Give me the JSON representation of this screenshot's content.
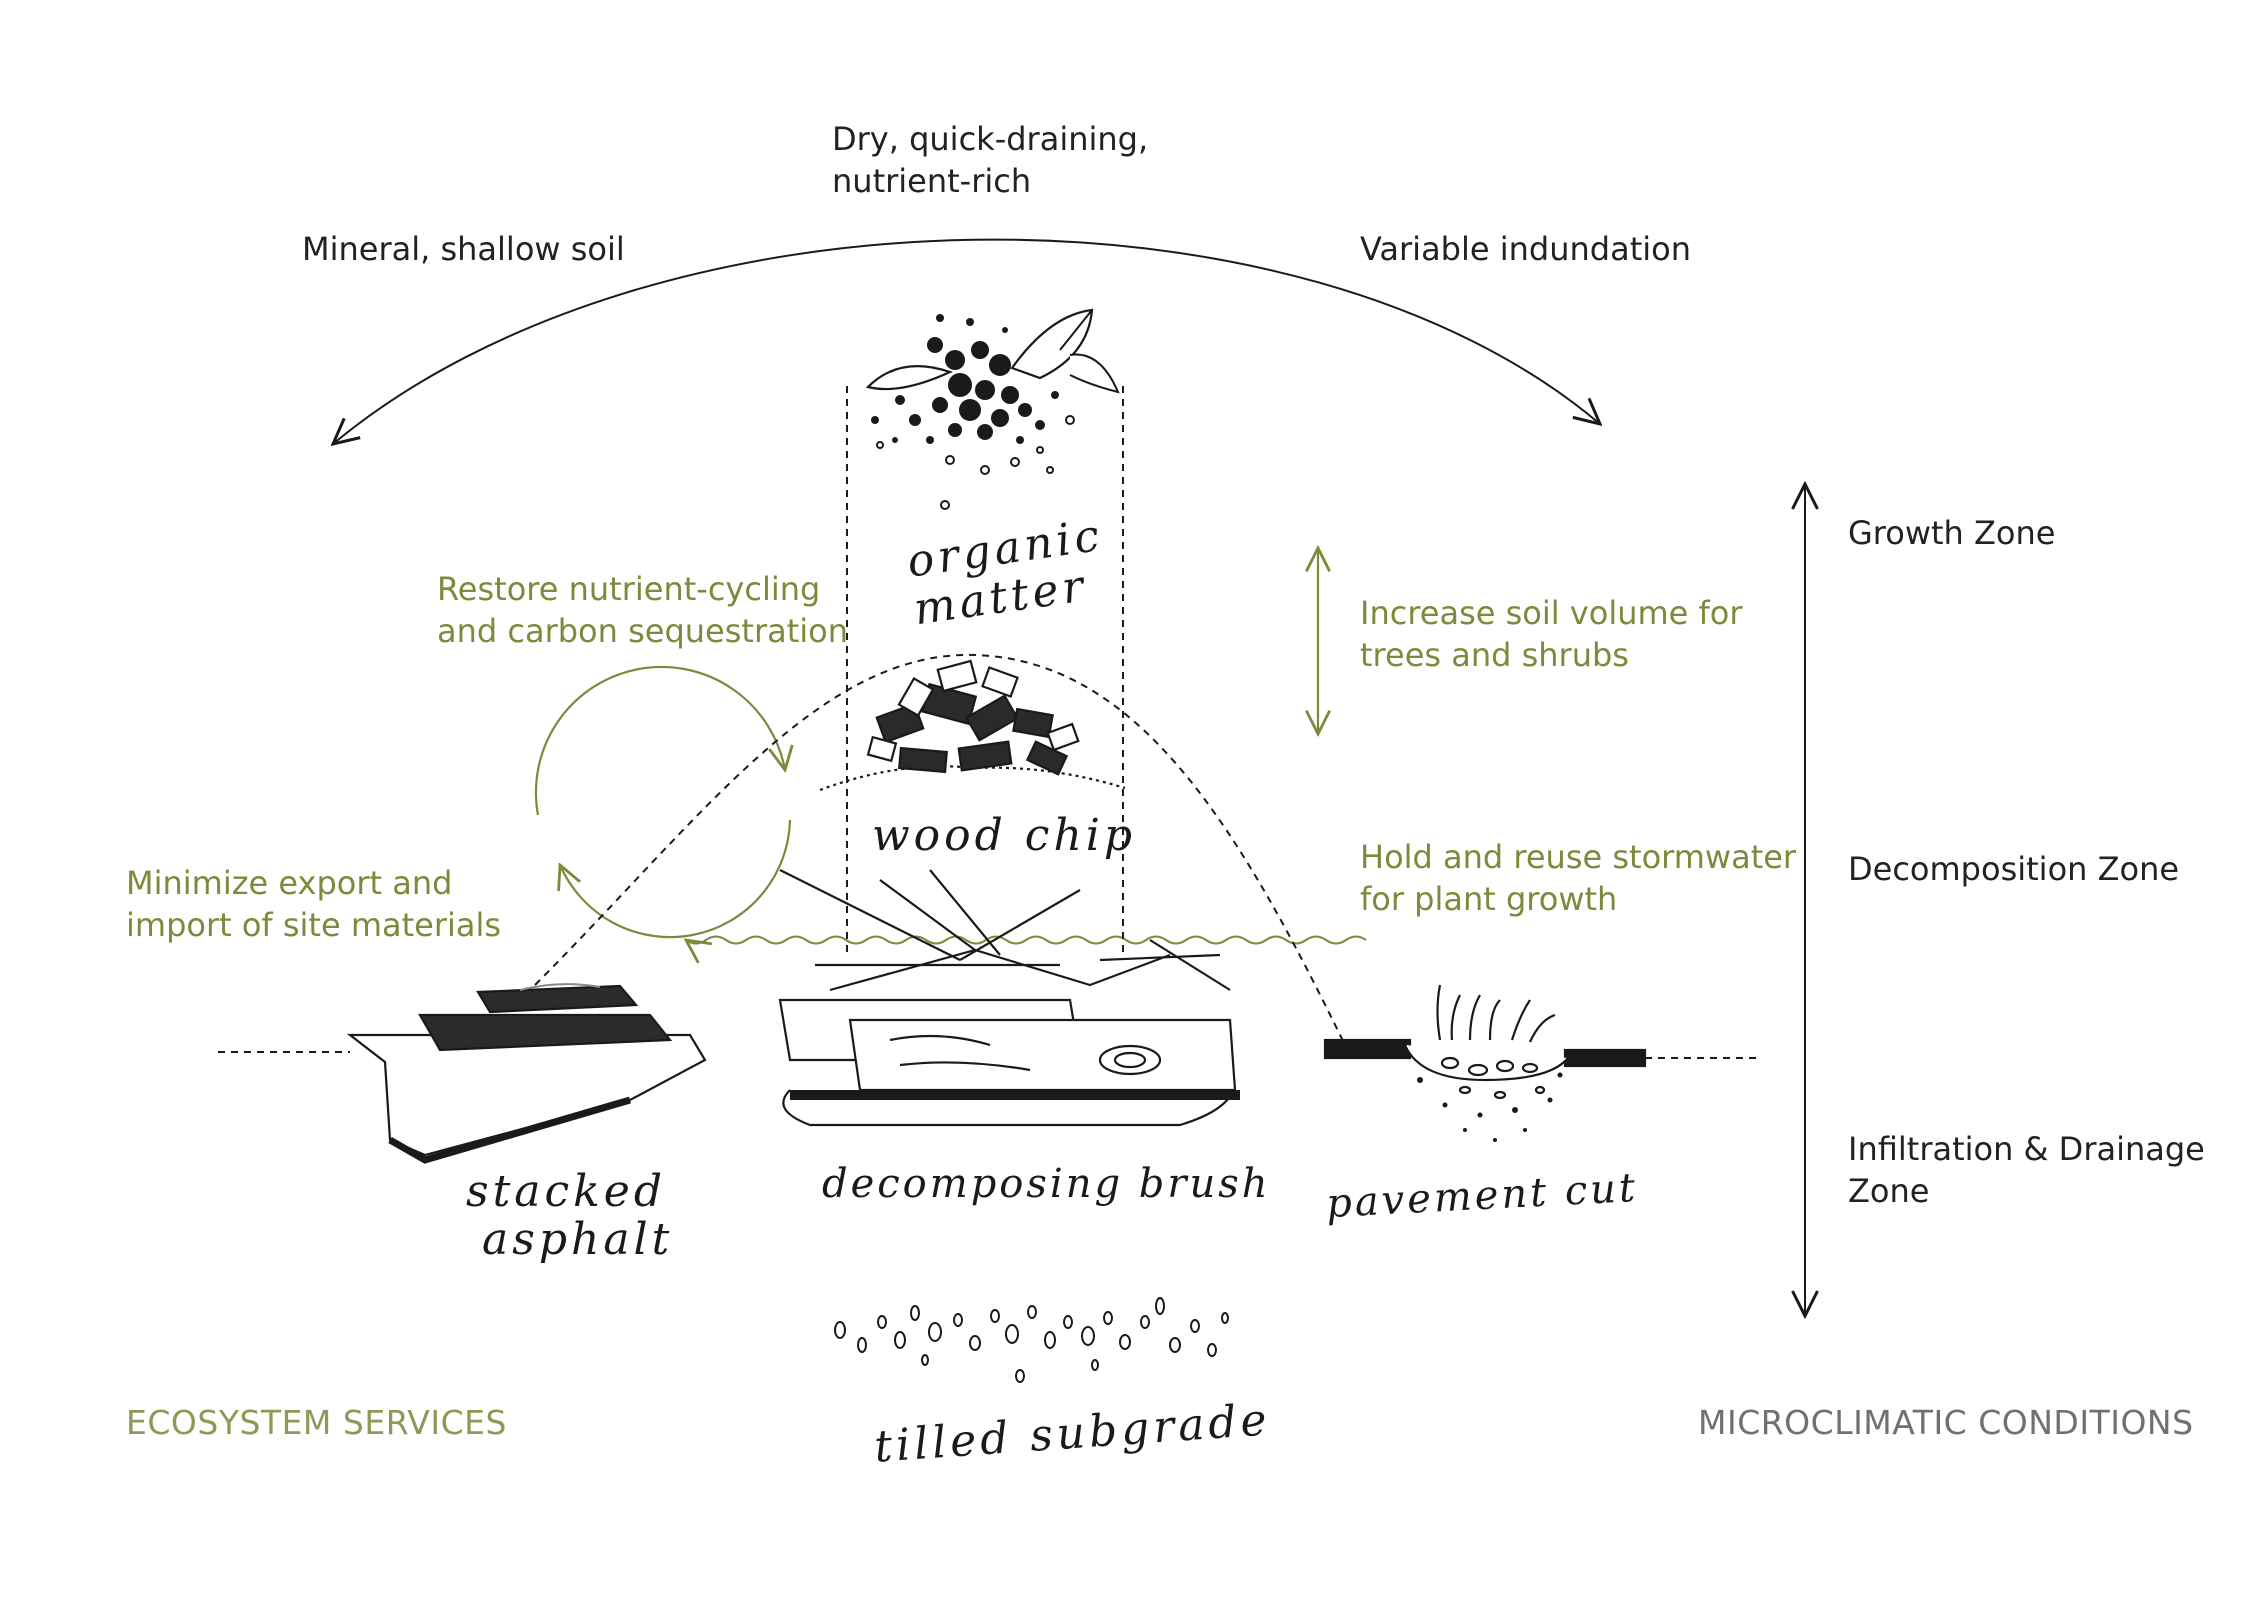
{
  "top": {
    "left_label": "Mineral, shallow soil",
    "center_label": [
      "Dry, quick-draining,",
      "nutrient-rich"
    ],
    "right_label": "Variable indundation"
  },
  "services": {
    "restore": [
      "Restore nutrient-cycling",
      "and carbon sequestration"
    ],
    "minimize": [
      "Minimize export and",
      "import of site materials"
    ],
    "increase": [
      "Increase soil volume for",
      "trees and shrubs"
    ],
    "hold": [
      "Hold and reuse stormwater",
      "for plant growth"
    ]
  },
  "zones": {
    "growth": "Growth Zone",
    "decomposition": "Decomposition Zone",
    "infiltration": [
      "Infiltration & Drainage",
      "Zone"
    ]
  },
  "materials": {
    "organic": [
      "organic",
      "matter"
    ],
    "wood_chip": "wood chip",
    "stacked_asphalt": [
      "stacked",
      "asphalt"
    ],
    "decomposing_brush": "decomposing brush",
    "pavement_cut": "pavement cut",
    "tilled_subgrade": "tilled subgrade"
  },
  "footer": {
    "left": "ECOSYSTEM SERVICES",
    "right": "MICROCLIMATIC CONDITIONS"
  },
  "colors": {
    "service_text": "#7a8b3c",
    "ink": "#1a1a1a",
    "footer_left": "#8c9a55",
    "footer_right": "#707070"
  },
  "icons": [
    "nutrient-cycle-icon",
    "organic-matter-icon",
    "wood-chip-icon",
    "stacked-asphalt-icon",
    "decomposing-brush-icon",
    "pavement-cut-icon",
    "tilled-subgrade-icon",
    "wavy-arrow-icon"
  ]
}
